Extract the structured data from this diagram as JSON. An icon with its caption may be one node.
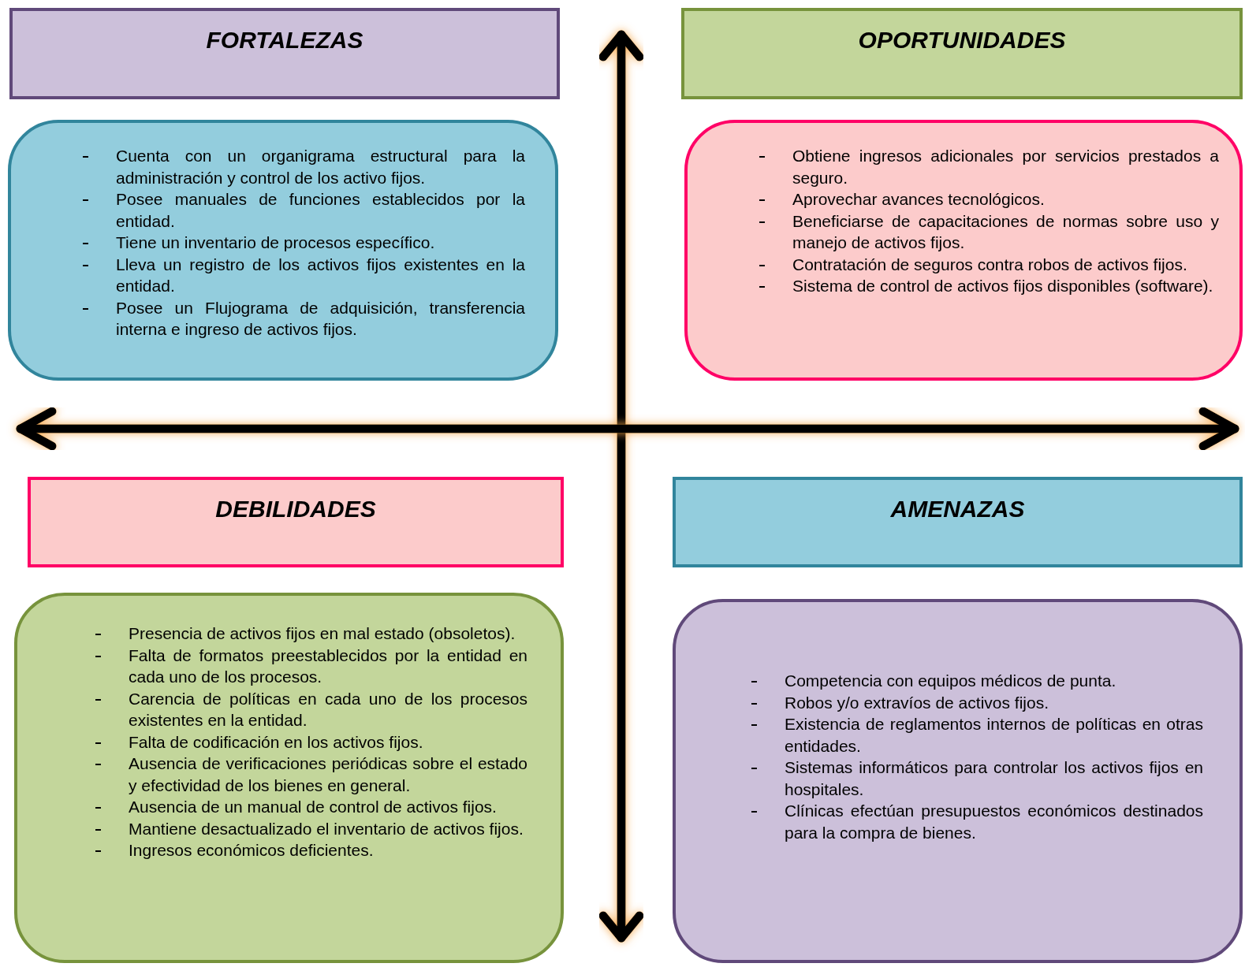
{
  "diagram": {
    "nodes": [
      {
        "text": [
          "FORTALEZAS"
        ]
      },
      {
        "text": [
          "OPORTUNIDADES"
        ]
      },
      {
        "text": [
          "Cuenta con un organigrama estructural para la administración y control de los activo fijos.",
          "Posee manuales de funciones establecidos por la entidad.",
          "Tiene un inventario de procesos específico.",
          "Lleva un registro de los activos fijos existentes en la entidad.",
          "Posee un Flujograma de adquisición, transferencia interna e ingreso de activos fijos."
        ]
      },
      {
        "text": [
          "Obtiene ingresos adicionales por servicios prestados a seguro.",
          "Aprovechar avances tecnológicos.",
          "Beneficiarse de capacitaciones de normas sobre uso y manejo de activos fijos.",
          "Contratación de seguros contra robos de activos fijos.",
          "Sistema de control de activos fijos disponibles (software)."
        ]
      },
      {
        "text": [
          "DEBILIDADES"
        ]
      },
      {
        "text": [
          "AMENAZAS"
        ]
      },
      {
        "text": [
          "Presencia de activos fijos en mal estado (obsoletos).",
          "Falta de formatos preestablecidos por la entidad en cada uno de los procesos.",
          "Carencia de políticas en cada uno de los procesos existentes en la entidad.",
          "Falta de codificación en los activos fijos.",
          "Ausencia de verificaciones periódicas sobre el estado y efectividad de los bienes en general.",
          "Ausencia de un manual de control de activos fijos.",
          "Mantiene desactualizado el inventario de activos fijos.",
          "Ingresos económicos deficientes."
        ]
      },
      {
        "text": [
          "Competencia con equipos médicos de punta.",
          "Robos y/o extravíos de activos fijos.",
          "Existencia de reglamentos internos de políticas en otras entidades.",
          "Sistemas informáticos para controlar los activos fijos en hospitales.",
          "Clínicas efectúan presupuestos económicos destinados para la compra de bienes."
        ]
      }
    ]
  }
}
